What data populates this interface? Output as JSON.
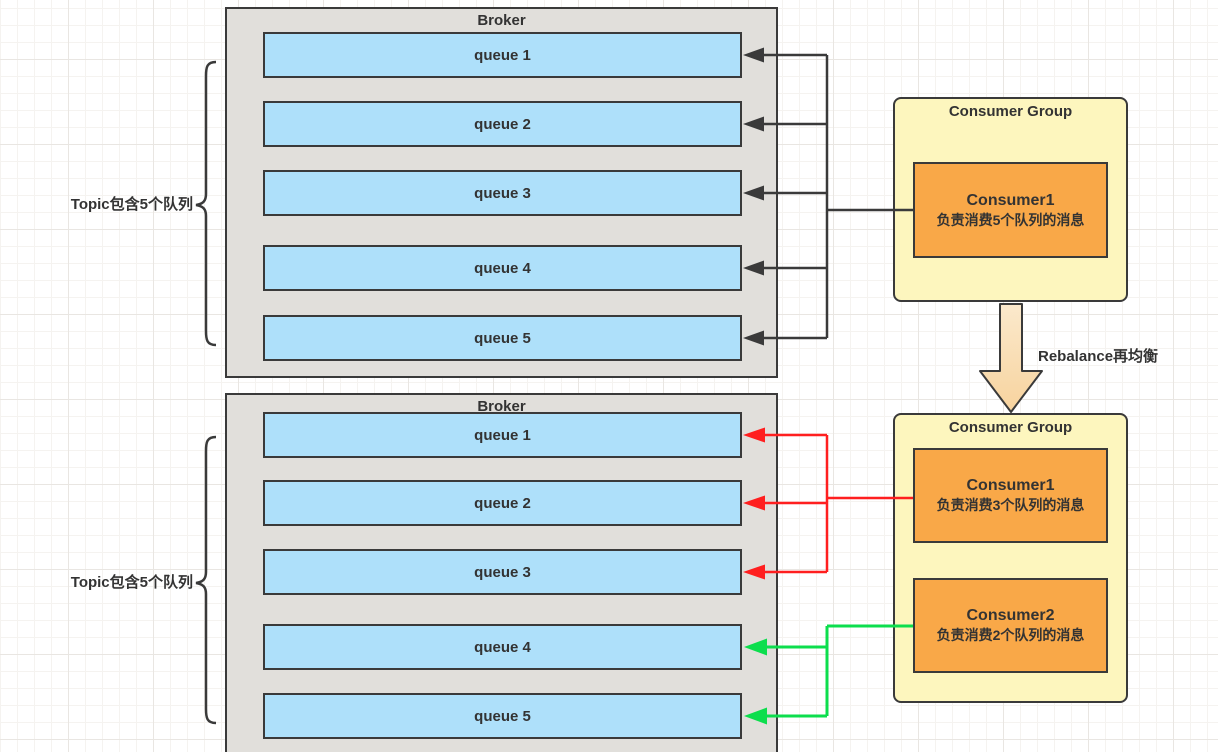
{
  "before": {
    "broker": {
      "title": "Broker",
      "queues": [
        "queue 1",
        "queue 2",
        "queue 3",
        "queue 4",
        "queue 5"
      ]
    },
    "topic_label": "Topic包含5个队列",
    "group": {
      "title": "Consumer Group",
      "consumer1_name": "Consumer1",
      "consumer1_desc": "负责消费5个队列的消息"
    }
  },
  "rebalance": {
    "label": "Rebalance再均衡"
  },
  "after": {
    "broker": {
      "title": "Broker",
      "queues": [
        "queue 1",
        "queue 2",
        "queue 3",
        "queue 4",
        "queue 5"
      ]
    },
    "topic_label": "Topic包含5个队列",
    "group": {
      "title": "Consumer Group",
      "consumer1_name": "Consumer1",
      "consumer1_desc": "负责消费3个队列的消息",
      "consumer2_name": "Consumer2",
      "consumer2_desc": "负责消费2个队列的消息"
    }
  },
  "colors": {
    "queue_fill": "#AEE0FA",
    "broker_fill": "#E1DFDB",
    "group_fill": "#FDF6BE",
    "consumer_fill": "#F9A848",
    "outline": "#3A3A3A",
    "arrow_black": "#3A3A3A",
    "arrow_red": "#FF1F1F",
    "arrow_green": "#0CDE4D",
    "rebalance_fill_top": "#FBE9CC",
    "rebalance_fill_bottom": "#F7D39E"
  }
}
